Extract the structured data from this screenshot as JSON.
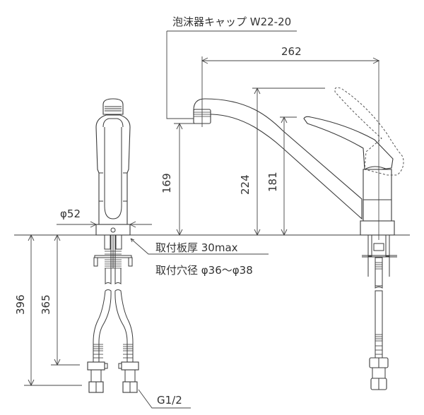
{
  "drawing": {
    "title": "Single-lever kitchen faucet dimensional drawing",
    "line_color": "#3a3a3a",
    "background": "#ffffff"
  },
  "labels": {
    "aerator_cap": "泡沫器キャップ W22-20",
    "mount_plate_thickness": "取付板厚 30max",
    "mount_hole_diameter": "取付穴径 φ36〜φ38",
    "thread_size": "G1/2",
    "base_diameter": "φ52"
  },
  "dimensions": {
    "spout_reach": "262",
    "spout_outlet_height": "169",
    "lever_open_height": "224",
    "lever_closed_height": "181",
    "total_below_deck": "396",
    "hose_length_to_nut": "365"
  }
}
